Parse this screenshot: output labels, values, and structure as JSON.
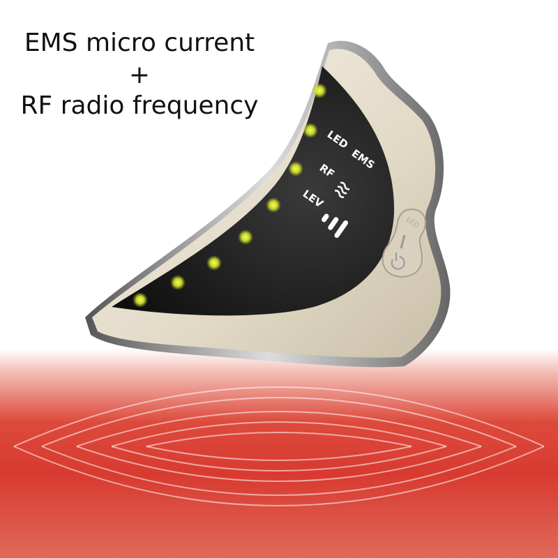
{
  "headline": {
    "line1": "EMS micro current",
    "line2": "+",
    "line3": "RF radio frequency"
  },
  "device": {
    "labels": {
      "led": "LED",
      "ems": "EMS",
      "rf": "RF",
      "lev": "LEV",
      "button": "LED"
    },
    "icons": [
      "heat-wave-icon",
      "level-bars-icon",
      "power-icon"
    ],
    "led_color": "#e4f23a",
    "body_color": "#e8e0cf",
    "screen_color": "#1c1c1c"
  },
  "background": {
    "skin_color": "#d83a30"
  }
}
